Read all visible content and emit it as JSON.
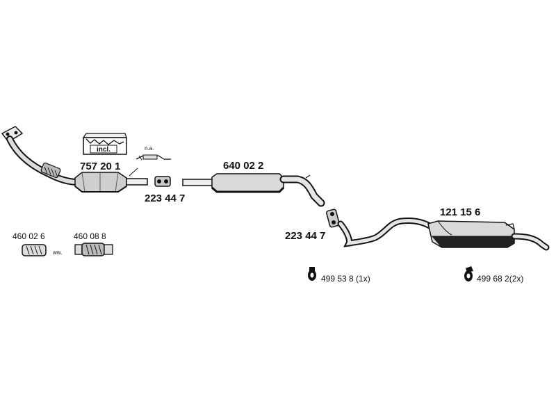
{
  "parts": {
    "catalytic_converter": "757 20 1",
    "kit_label": "incl.",
    "sensor_note": "n.a.",
    "clamp_front": "223 44 7",
    "middle_silencer": "640 02 2",
    "clamp_rear": "223 44 7",
    "rear_silencer": "121 15 6",
    "connector_a": "460 02 6",
    "connector_b": "460 08 8",
    "connector_or": "ww.",
    "hanger_a": "499 53 8 (1x)",
    "hanger_b": "499 68 2(2x)"
  },
  "colors": {
    "line": "#111111",
    "fill_light": "#d9d9d9",
    "fill_dark": "#222222"
  }
}
